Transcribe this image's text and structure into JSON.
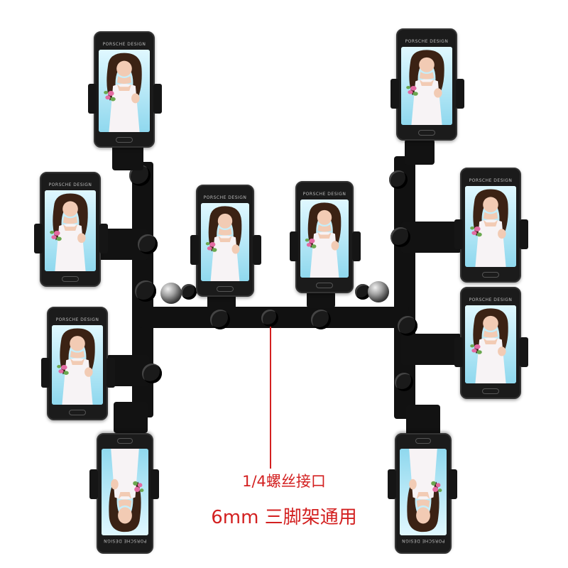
{
  "phone_brand_text": "PORSCHE DESIGN",
  "caption": {
    "line1": "1/4螺丝接口",
    "line2": "6mm 三脚架通用"
  },
  "colors": {
    "caption": "#d32020",
    "bracket": "#111111",
    "screen_sky": "#8fd8ee",
    "hair": "#3b2214",
    "skin": "#f2cbb4",
    "dress": "#f7f3f5",
    "flowers": "#e46aa2",
    "leaves": "#6aa84f"
  },
  "phones": [
    {
      "name": "phone-top-left",
      "upright": true
    },
    {
      "name": "phone-top-right",
      "upright": true
    },
    {
      "name": "phone-upper-left",
      "upright": true
    },
    {
      "name": "phone-upper-right",
      "upright": true
    },
    {
      "name": "phone-center-left",
      "upright": true
    },
    {
      "name": "phone-center-right",
      "upright": true
    },
    {
      "name": "phone-lower-left",
      "upright": true
    },
    {
      "name": "phone-lower-right",
      "upright": true
    },
    {
      "name": "phone-bottom-left",
      "upright": false
    },
    {
      "name": "phone-bottom-right",
      "upright": false
    }
  ]
}
